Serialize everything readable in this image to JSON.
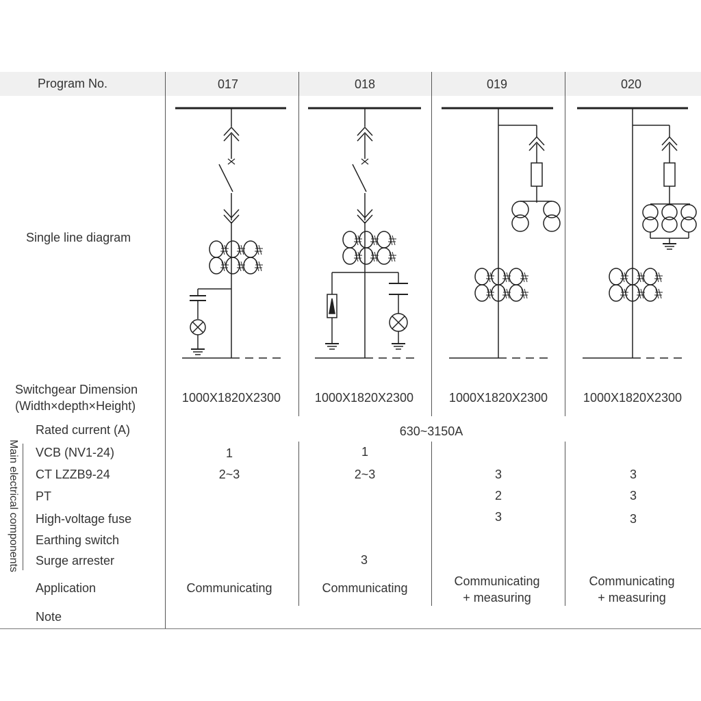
{
  "header": {
    "program_label": "Program No.",
    "programs": [
      "017",
      "018",
      "019",
      "020"
    ]
  },
  "rows": {
    "single_line_diagram": "Single line diagram",
    "dimension_line1": "Switchgear Dimension",
    "dimension_line2": "(Width×depth×Height)",
    "rated_current": "Rated current (A)",
    "vcb": "VCB (NV1-24)",
    "ct": "CT LZZB9-24",
    "pt": "PT",
    "fuse": "High-voltage fuse",
    "earthing": "Earthing switch",
    "surge": "Surge arrester",
    "application": "Application",
    "note": "Note"
  },
  "group_label": "Main electrical components",
  "values": {
    "dimensions": [
      "1000X1820X2300",
      "1000X1820X2300",
      "1000X1820X2300",
      "1000X1820X2300"
    ],
    "rated_current": "630~3150A",
    "vcb": [
      "1",
      "1",
      "",
      ""
    ],
    "ct": [
      "2~3",
      "2~3",
      "3",
      "3"
    ],
    "pt": [
      "",
      "",
      "2",
      "3"
    ],
    "fuse": [
      "",
      "",
      "3",
      "3"
    ],
    "earthing": [
      "",
      "",
      "",
      ""
    ],
    "surge": [
      "",
      "3",
      "",
      ""
    ],
    "application": [
      {
        "line1": "Communicating",
        "line2": ""
      },
      {
        "line1": "Communicating",
        "line2": ""
      },
      {
        "line1": "Communicating",
        "line2": "+ measuring"
      },
      {
        "line1": "Communicating",
        "line2": "+ measuring"
      }
    ]
  },
  "diagram_symbols": [
    "busbar",
    "plug-in-contact",
    "circuit-breaker",
    "current-transformer",
    "capacitor-indicator",
    "lamp",
    "surge-arrester",
    "earth",
    "fuse",
    "voltage-transformer"
  ]
}
